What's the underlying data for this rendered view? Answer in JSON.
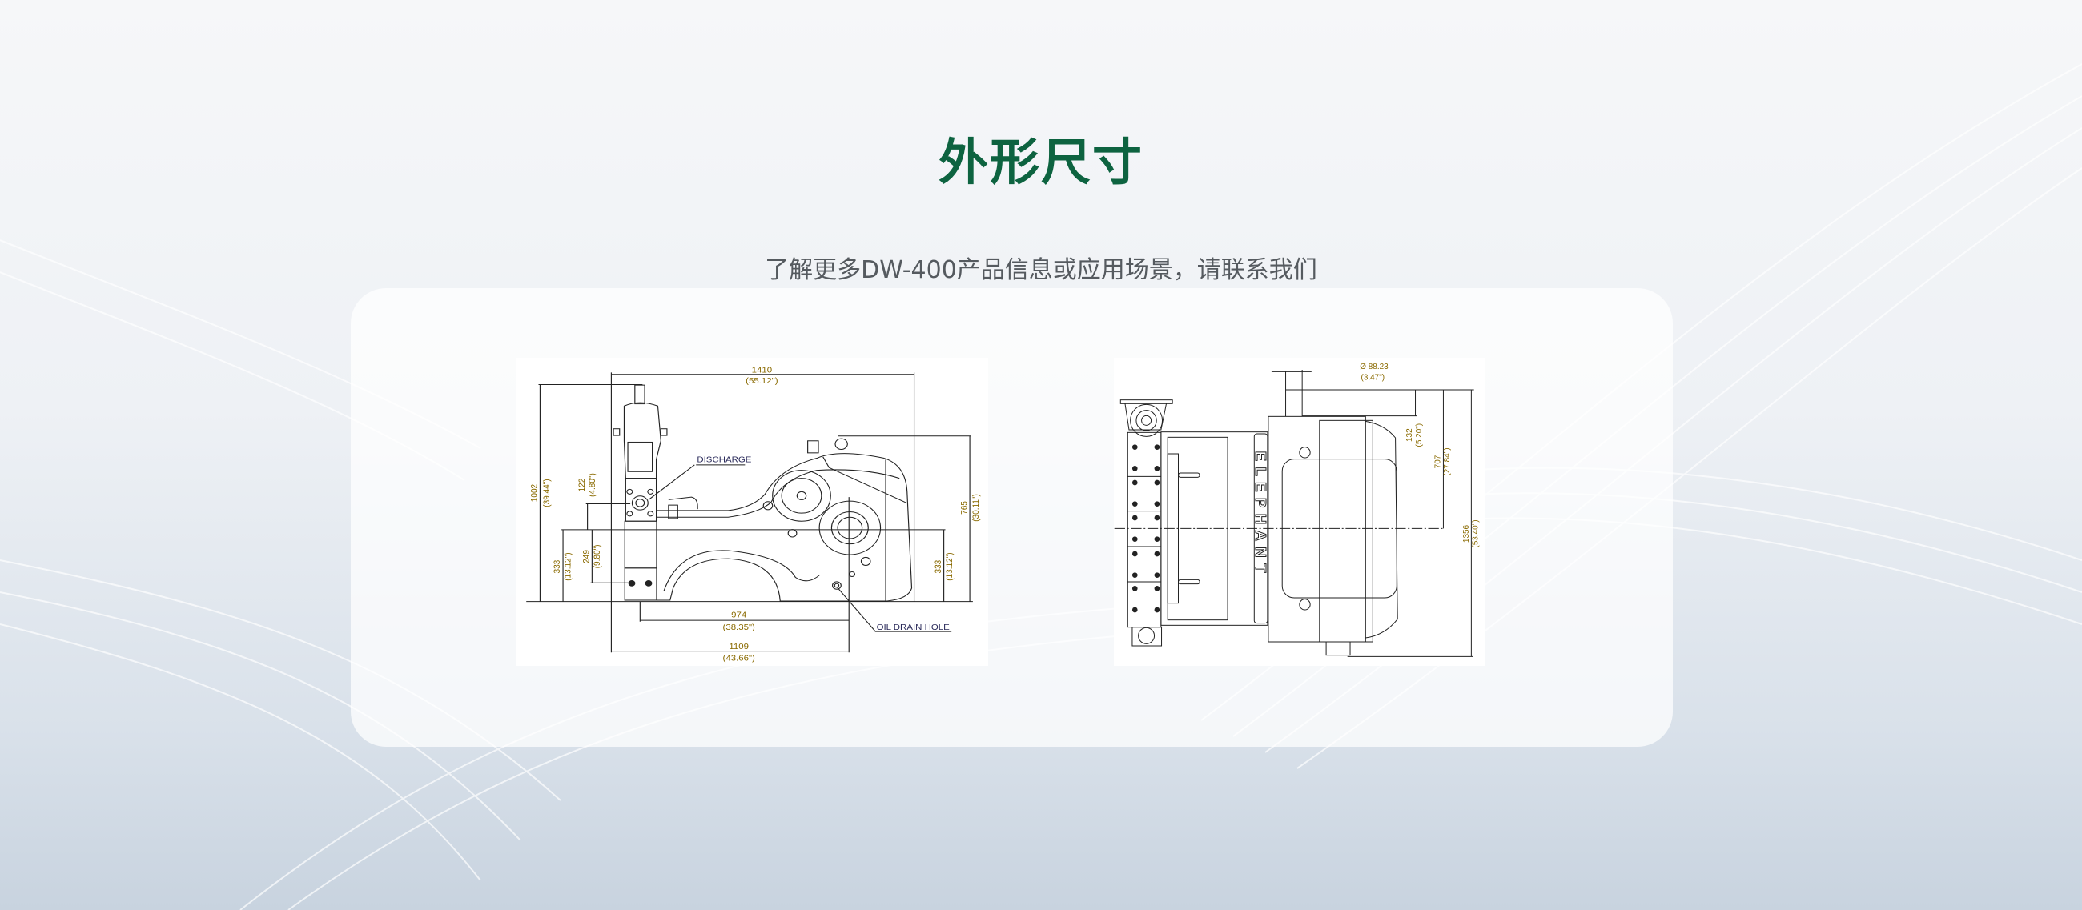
{
  "header": {
    "title": "外形尺寸",
    "subtitle": "了解更多DW-400产品信息或应用场景，请联系我们"
  },
  "colors": {
    "title": "#0d6340",
    "subtitle": "#555a5f",
    "dimension_text": "#8a6a00"
  },
  "side_view": {
    "width_total": "1410",
    "width_total_in": "(55.12\")",
    "height_total": "1002",
    "height_total_in": "(39.44\")",
    "dim_122": "122",
    "dim_122_in": "(4.80\")",
    "dim_249": "249",
    "dim_249_in": "(9.80\")",
    "dim_333_left": "333",
    "dim_333_left_in": "(13.12\")",
    "dim_333_right": "333",
    "dim_333_right_in": "(13.12\")",
    "dim_765": "765",
    "dim_765_in": "(30.11\")",
    "dim_974": "974",
    "dim_974_in": "(38.35\")",
    "dim_1109": "1109",
    "dim_1109_in": "(43.66\")",
    "discharge_label": "DISCHARGE",
    "oil_drain_label": "OIL DRAIN HOLE"
  },
  "top_view": {
    "diameter": "Ø 88.23",
    "diameter_in": "(3.47\")",
    "dim_132": "132",
    "dim_132_in": "(5.20\")",
    "dim_707": "707",
    "dim_707_in": "(27.84\")",
    "dim_1356": "1356",
    "dim_1356_in": "(53.40\")",
    "brand_mark": "ELEPHANT"
  }
}
